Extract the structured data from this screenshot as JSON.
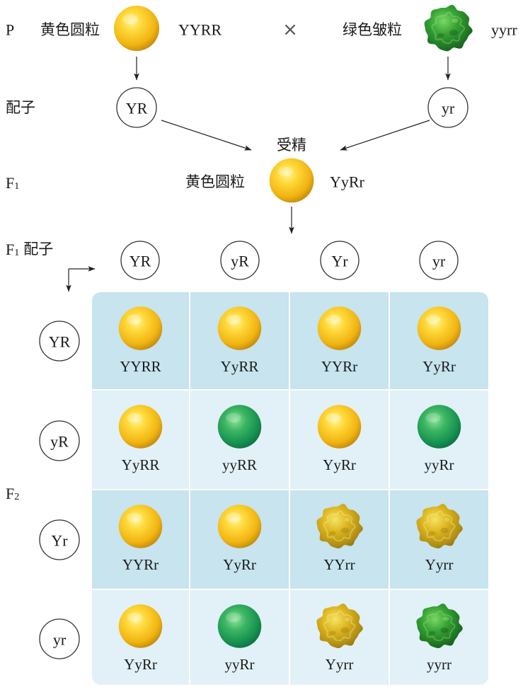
{
  "parent": {
    "label": "P",
    "left": {
      "phenotype": "黄色圆粒",
      "genotype": "YYRR",
      "pea": "yellow-round"
    },
    "cross": "×",
    "right": {
      "phenotype": "绿色皱粒",
      "genotype": "yyrr",
      "pea": "green-wrinkled"
    }
  },
  "gametes": {
    "label": "配子",
    "left": "YR",
    "right": "yr"
  },
  "fertilization": "受精",
  "f1": {
    "label_main": "F",
    "label_sub": "1",
    "phenotype": "黄色圆粒",
    "genotype": "YyRr",
    "pea": "yellow-round"
  },
  "f1_gametes": {
    "label_main": "F",
    "label_sub": "1",
    "label_suffix": "配子",
    "columns": [
      "YR",
      "yR",
      "Yr",
      "yr"
    ]
  },
  "f2": {
    "label_main": "F",
    "label_sub": "2",
    "rows": [
      {
        "gamete": "YR",
        "cells": [
          {
            "genotype": "YYRR",
            "pea": "yellow-round"
          },
          {
            "genotype": "YyRR",
            "pea": "yellow-round"
          },
          {
            "genotype": "YYRr",
            "pea": "yellow-round"
          },
          {
            "genotype": "YyRr",
            "pea": "yellow-round"
          }
        ]
      },
      {
        "gamete": "yR",
        "cells": [
          {
            "genotype": "YyRR",
            "pea": "yellow-round"
          },
          {
            "genotype": "yyRR",
            "pea": "green-round"
          },
          {
            "genotype": "YyRr",
            "pea": "yellow-round"
          },
          {
            "genotype": "yyRr",
            "pea": "green-round"
          }
        ]
      },
      {
        "gamete": "Yr",
        "cells": [
          {
            "genotype": "YYRr",
            "pea": "yellow-round"
          },
          {
            "genotype": "YyRr",
            "pea": "yellow-round"
          },
          {
            "genotype": "YYrr",
            "pea": "yellow-wrinkled"
          },
          {
            "genotype": "Yyrr",
            "pea": "yellow-wrinkled"
          }
        ]
      },
      {
        "gamete": "yr",
        "cells": [
          {
            "genotype": "YyRr",
            "pea": "yellow-round"
          },
          {
            "genotype": "yyRr",
            "pea": "green-round"
          },
          {
            "genotype": "Yyrr",
            "pea": "yellow-wrinkled"
          },
          {
            "genotype": "yyrr",
            "pea": "green-wrinkled"
          }
        ]
      }
    ]
  },
  "colors": {
    "row_dark": "#c7e4ef",
    "row_light": "#e2f1f7",
    "cell_gap": "#ffffff"
  }
}
